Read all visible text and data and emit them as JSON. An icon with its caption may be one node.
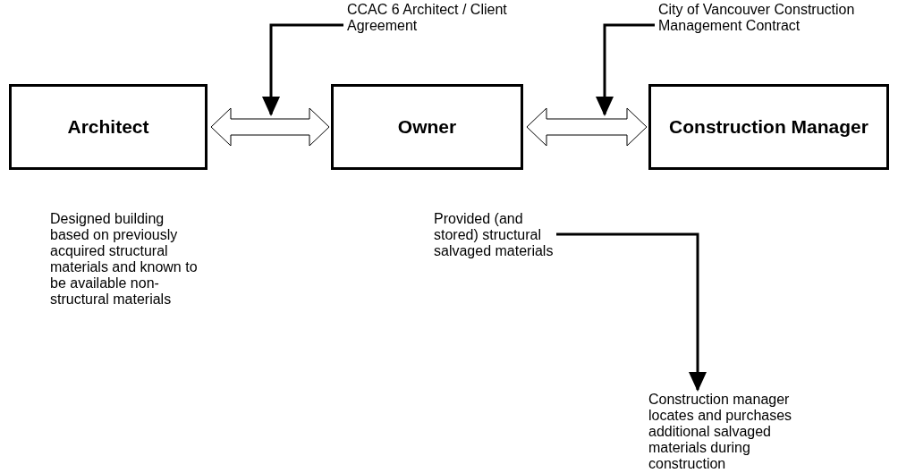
{
  "diagram": {
    "nodes": [
      {
        "text": [
          "Architect"
        ],
        "beside": [
          "Designed building based on previously acquired structural materials and known to be available non-structural materials"
        ]
      },
      {
        "text": [
          "Owner"
        ]
      },
      {
        "text": [
          "Construction Manager"
        ]
      },
      {
        "text": [
          "CCAC 6 Architect / Client Agreement"
        ]
      },
      {
        "text": [
          "City of Vancouver Construction Management Contract"
        ]
      },
      {
        "text": [
          "Provided (and stored) structural salvaged materials"
        ]
      },
      {
        "text": [
          "Construction manager locates and purchases additional salvaged materials during construction"
        ]
      }
    ],
    "edges": [
      {
        "from": 0,
        "to": 1,
        "arrow": "both",
        "style": "thick"
      },
      {
        "from": 1,
        "to": 2,
        "arrow": "both",
        "style": "thick"
      },
      {
        "from": 3,
        "to": null,
        "arrow": "to"
      },
      {
        "from": 4,
        "to": null,
        "arrow": "to"
      },
      {
        "from": 5,
        "to": 6,
        "arrow": "to"
      }
    ]
  }
}
